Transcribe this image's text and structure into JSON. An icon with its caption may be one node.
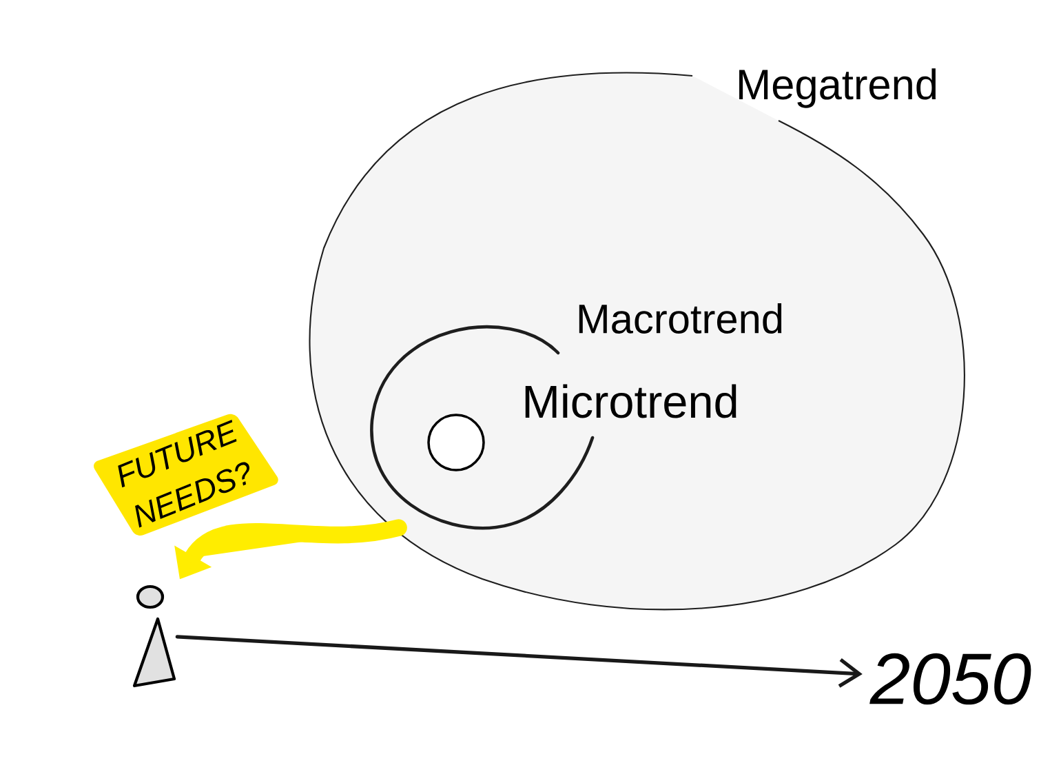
{
  "diagram": {
    "nodes": [
      {
        "text": [
          "Megatrend"
        ]
      },
      {
        "text": [
          "Macrotrend"
        ],
        "in": 0
      },
      {
        "text": [
          "Microtrend"
        ],
        "in": 1
      },
      {
        "text": [],
        "shape": "person"
      },
      {
        "text": [
          "2050"
        ]
      }
    ],
    "edges": [
      {
        "from": 3,
        "to": 4,
        "arrow": "to"
      },
      {
        "from": 0,
        "to": 3,
        "arrow": "to",
        "style": "thick",
        "color": "#ffed00"
      }
    ],
    "labels": [
      "FUTURE NEEDS?"
    ]
  }
}
